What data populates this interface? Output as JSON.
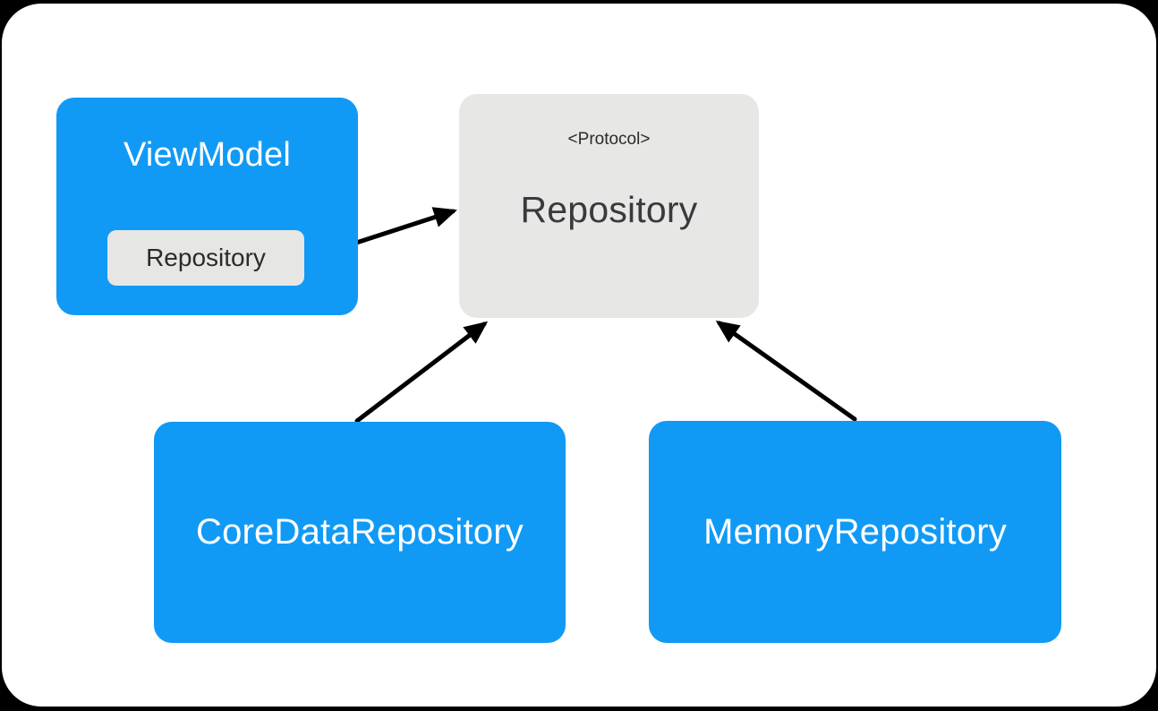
{
  "frame": {
    "background": "#000000",
    "surface_background": "#FFFFFF"
  },
  "palette": {
    "frame_background": "#000000",
    "surface_background": "#FFFFFF",
    "node_blue": "#119AF5",
    "node_gray": "#E7E7E6",
    "chip_gray": "#E6E6E5",
    "arrow_black": "#000000",
    "text_on_blue": "#FFFFFF",
    "text_dark": "#2B2B2B",
    "protocol_title_color": "#3A3A3C"
  },
  "nodes": {
    "view_model": {
      "label": "ViewModel",
      "dependency_chip_label": "Repository"
    },
    "protocol": {
      "stereotype": "<Protocol>",
      "label": "Repository"
    },
    "core_data_repository": {
      "label": "CoreDataRepository"
    },
    "memory_repository": {
      "label": "MemoryRepository"
    }
  },
  "edges": [
    {
      "name": "viewmodel-repository-to-protocol",
      "from": "ViewModel.Repository",
      "to": "Repository"
    },
    {
      "name": "coredatarepository-to-protocol",
      "from": "CoreDataRepository",
      "to": "Repository"
    },
    {
      "name": "memoryrepository-to-protocol",
      "from": "MemoryRepository",
      "to": "Repository"
    }
  ]
}
